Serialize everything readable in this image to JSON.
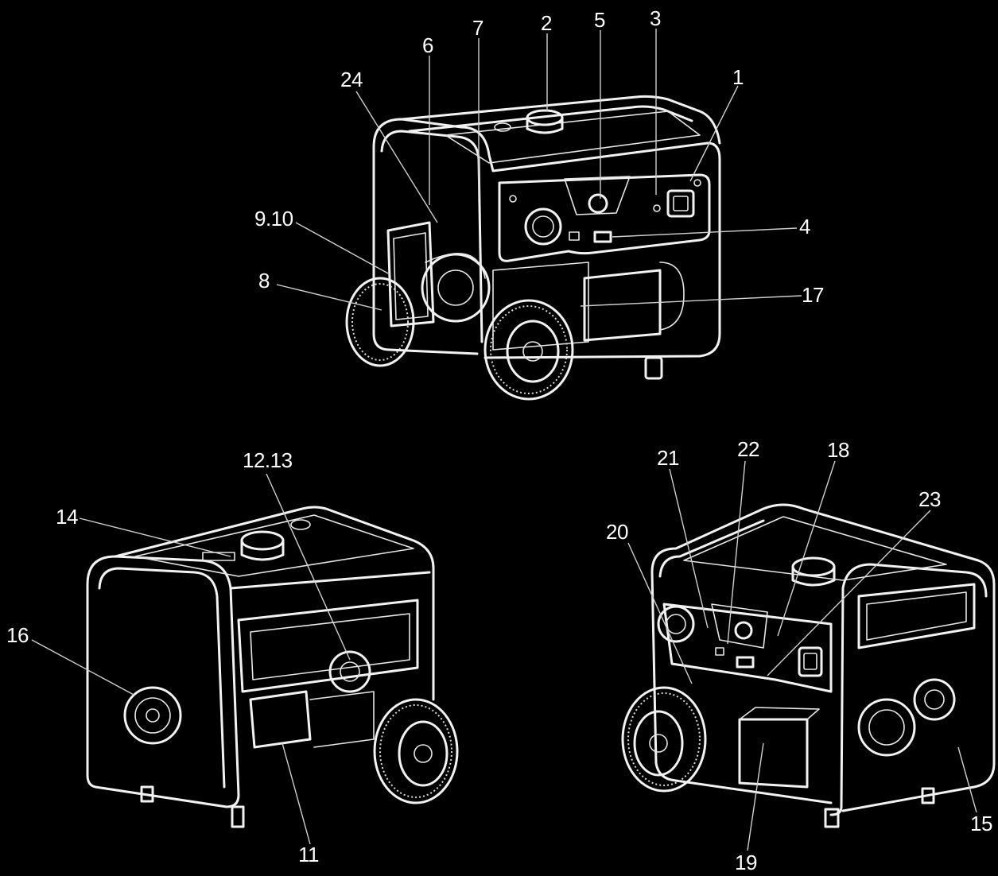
{
  "callouts": {
    "c1": "1",
    "c2": "2",
    "c3": "3",
    "c4": "4",
    "c5": "5",
    "c6": "6",
    "c7": "7",
    "c8": "8",
    "c9_10": "9.10",
    "c11": "11",
    "c12_13": "12.13",
    "c14": "14",
    "c15": "15",
    "c16": "16",
    "c17": "17",
    "c18": "18",
    "c19": "19",
    "c20": "20",
    "c21": "21",
    "c22": "22",
    "c23": "23",
    "c24": "24"
  },
  "colors": {
    "background": "#000000",
    "line_art": "#f2f2f2"
  }
}
